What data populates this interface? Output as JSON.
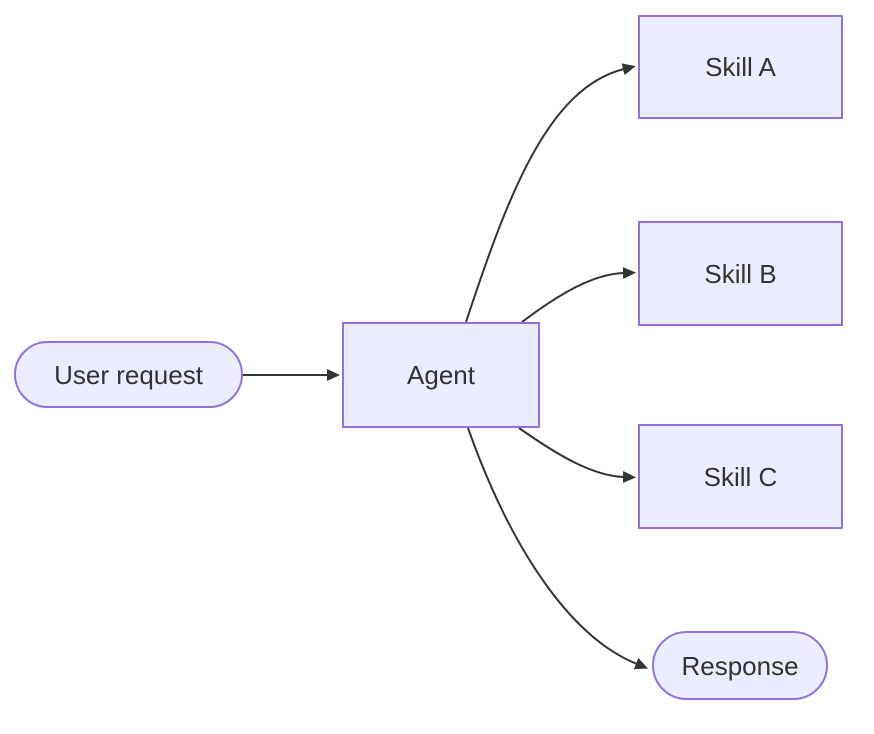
{
  "diagram": {
    "type": "flowchart",
    "direction": "left-to-right",
    "background": "#FFFFFF",
    "colors": {
      "node_fill": "#ECECFF",
      "node_border": "#9370DB",
      "edge": "#333333",
      "text": "#333333"
    },
    "nodes": [
      {
        "id": "user_request",
        "label": "User request",
        "shape": "stadium"
      },
      {
        "id": "agent",
        "label": "Agent",
        "shape": "rectangle"
      },
      {
        "id": "skill_a",
        "label": "Skill A",
        "shape": "rectangle"
      },
      {
        "id": "skill_b",
        "label": "Skill B",
        "shape": "rectangle"
      },
      {
        "id": "skill_c",
        "label": "Skill C",
        "shape": "rectangle"
      },
      {
        "id": "response",
        "label": "Response",
        "shape": "stadium"
      }
    ],
    "edges": [
      {
        "from": "user_request",
        "to": "agent",
        "style": "arrow"
      },
      {
        "from": "agent",
        "to": "skill_a",
        "style": "arrow"
      },
      {
        "from": "agent",
        "to": "skill_b",
        "style": "arrow"
      },
      {
        "from": "agent",
        "to": "skill_c",
        "style": "arrow"
      },
      {
        "from": "agent",
        "to": "response",
        "style": "arrow"
      }
    ]
  }
}
